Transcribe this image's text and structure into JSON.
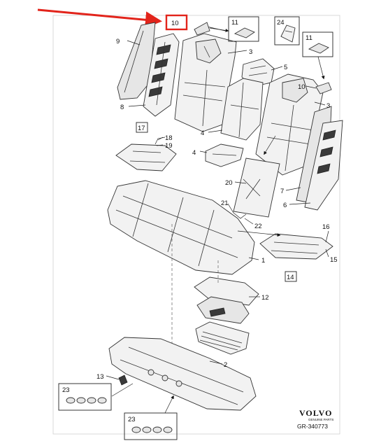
{
  "callouts": [
    "1",
    "2",
    "3",
    "4",
    "5",
    "6",
    "7",
    "8",
    "9",
    "10",
    "11",
    "12",
    "13",
    "14",
    "15",
    "16",
    "17",
    "18",
    "19",
    "20",
    "21",
    "22",
    "23",
    "24"
  ],
  "boxed_callouts": {
    "top_highlight": "10",
    "clip_11_left": "11",
    "clip_11_right": "11",
    "bracket_24": "24",
    "box_17": "17",
    "box_14": "14",
    "nuts_23_left": "23",
    "nuts_23_bottom": "23"
  },
  "brand": {
    "name": "VOLVO",
    "sub": "GENUINE PARTS"
  },
  "drawing_code": "GR-340773",
  "colors": {
    "highlight": "#e2241b",
    "line": "#222222"
  }
}
